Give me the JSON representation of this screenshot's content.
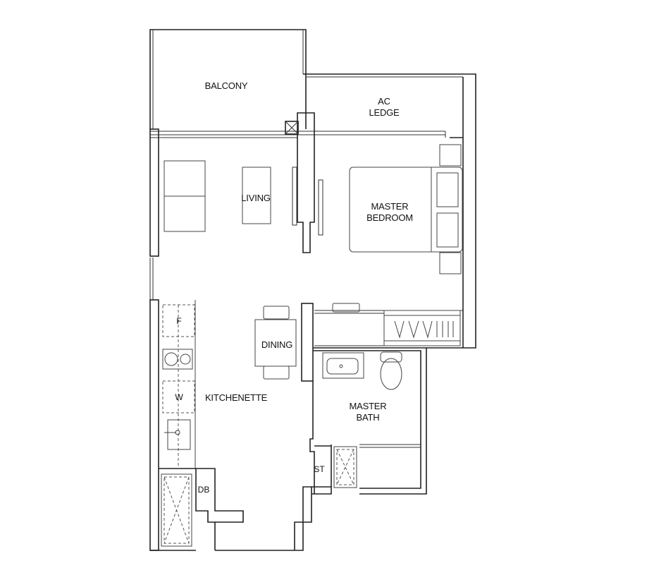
{
  "rooms": {
    "balcony": "BALCONY",
    "ac_ledge_1": "AC",
    "ac_ledge_2": "LEDGE",
    "living": "LIVING",
    "master_bedroom_1": "MASTER",
    "master_bedroom_2": "BEDROOM",
    "dining": "DINING",
    "kitchenette": "KITCHENETTE",
    "master_bath_1": "MASTER",
    "master_bath_2": "BATH",
    "store": "ST",
    "db": "DB"
  },
  "fixtures": {
    "fridge": "F",
    "washer": "W"
  }
}
